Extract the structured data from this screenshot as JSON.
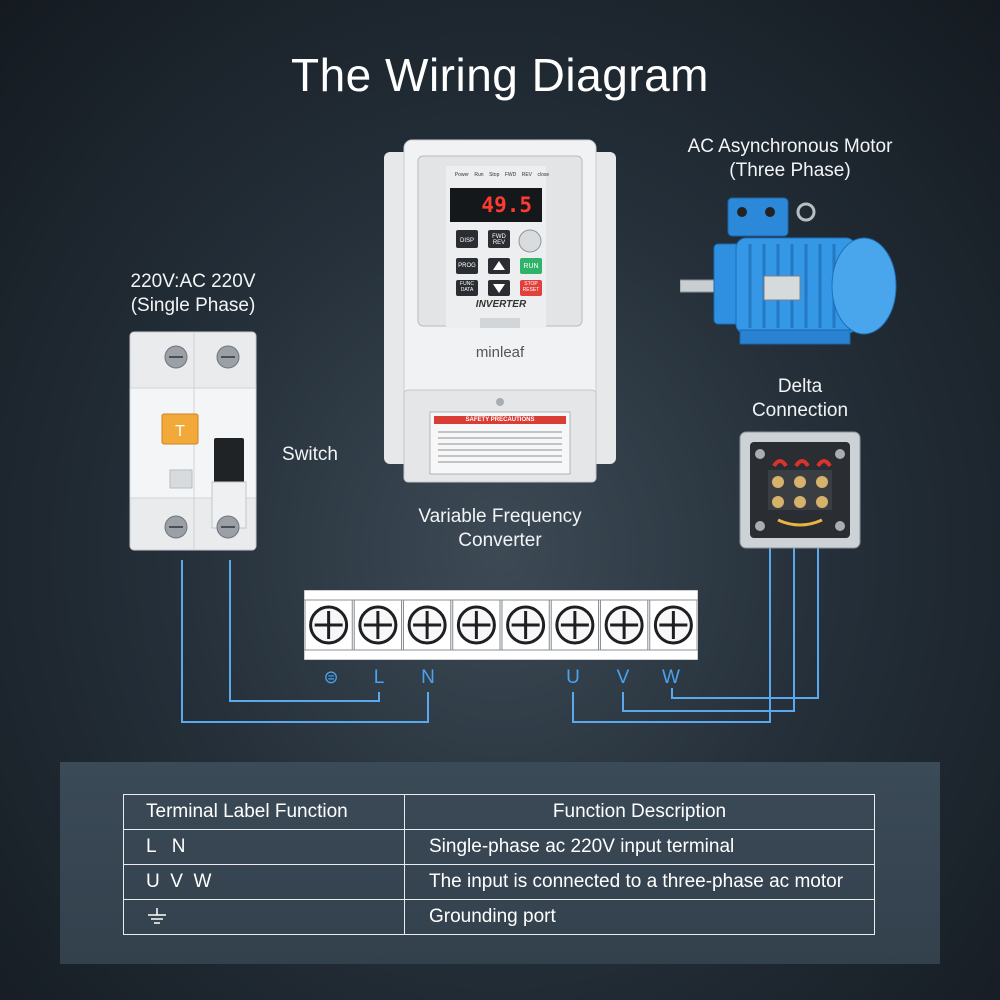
{
  "title": "The Wiring Diagram",
  "labels": {
    "power_line1": "220V:AC 220V",
    "power_line2": "(Single Phase)",
    "switch": "Switch",
    "vfd_line1": "Variable Frequency",
    "vfd_line2": "Converter",
    "motor_line1": "AC Asynchronous Motor",
    "motor_line2": "(Three Phase)",
    "delta_line1": "Delta",
    "delta_line2": "Connection"
  },
  "inverter": {
    "display": "49.5",
    "brand": "minleaf",
    "model": "INVERTER",
    "leds": [
      "Power",
      "Run",
      "Stop",
      "FWD",
      "REV",
      "close"
    ],
    "keys": {
      "disp": "DISP",
      "fwd_rev": "FWD REV",
      "prog": "PROG",
      "run": "RUN",
      "func_data": "FUNC DATA",
      "stop_reset": "STOP RESET"
    },
    "safety_title": "SAFETY PRECAUTIONS"
  },
  "terminals": {
    "ground": "⊜",
    "L": "L",
    "N": "N",
    "U": "U",
    "V": "V",
    "W": "W"
  },
  "colors": {
    "wire": "#5aa8ee",
    "terminal_label": "#4aa3f0",
    "motor_blue": "#2f8fe0"
  },
  "table": {
    "headers": [
      "Terminal Label Function",
      "Function Description"
    ],
    "rows": [
      {
        "label": "L   N",
        "desc": "Single-phase ac 220V input terminal"
      },
      {
        "label": "U  V  W",
        "desc": "The input is connected to a three-phase ac motor"
      },
      {
        "label": "",
        "icon": "ground-icon",
        "desc": "Grounding port"
      }
    ]
  }
}
